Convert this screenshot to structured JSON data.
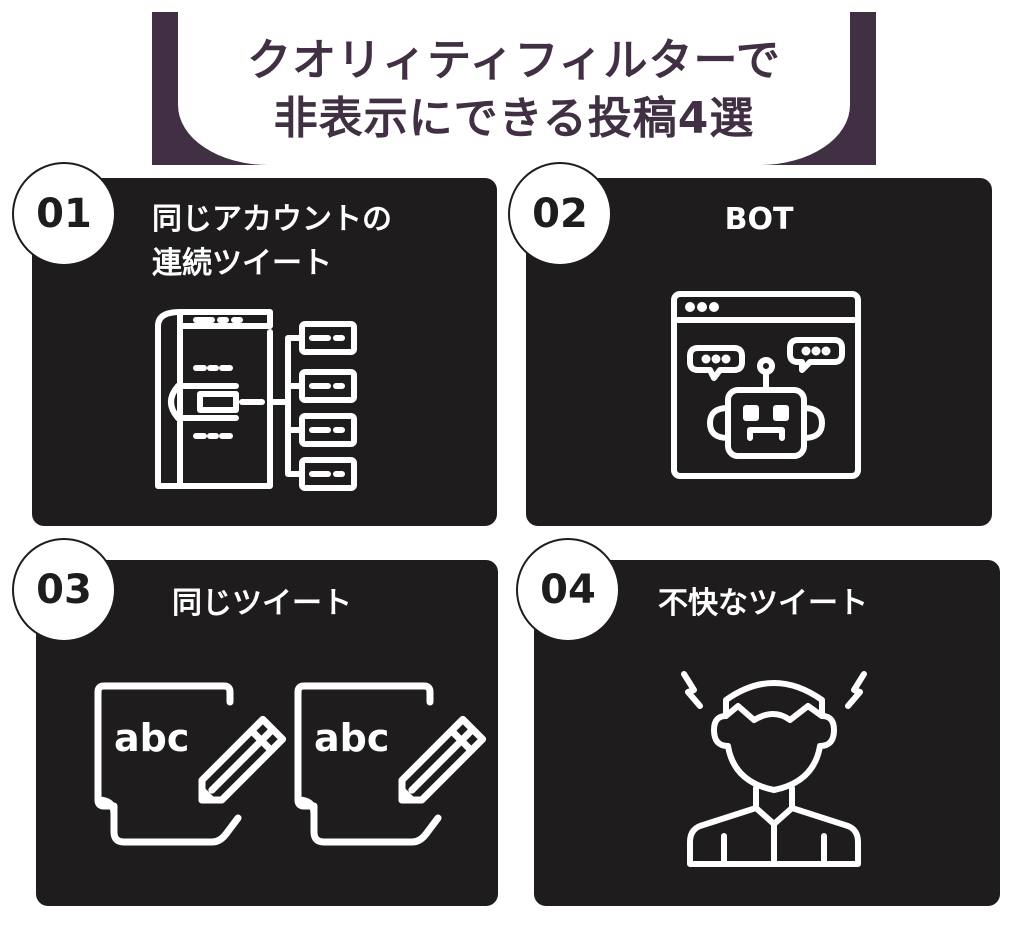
{
  "header": {
    "line1": "クオリィティフィルターで",
    "line2": "非表示にできる投稿4選"
  },
  "cards": [
    {
      "number": "01",
      "title_line1": "同じアカウントの",
      "title_line2": "連続ツイート",
      "icon": "server-hierarchy-icon"
    },
    {
      "number": "02",
      "title": "BOT",
      "icon": "robot-chat-icon"
    },
    {
      "number": "03",
      "title": "同じツイート",
      "icon_text": "abc",
      "icon": "document-pencil-icon"
    },
    {
      "number": "04",
      "title": "不快なツイート",
      "icon": "stressed-person-icon"
    }
  ],
  "colors": {
    "banner": "#412f44",
    "card": "#1e1c1c",
    "text": "#ffffff"
  }
}
